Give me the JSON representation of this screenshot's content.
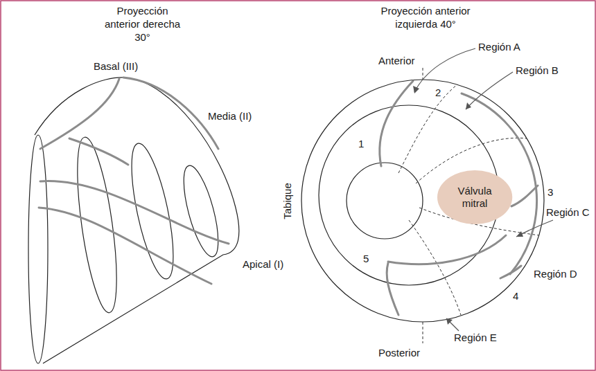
{
  "diagram": {
    "nodes": [
      {
        "text": [
          "Válvula mitral"
        ]
      }
    ],
    "labels": [
      "Proyección anterior derecha 30°",
      "Basal (III)",
      "Media (II)",
      "Apical (I)",
      "Proyección anterior izquierda 40°",
      "Anterior",
      "Región A",
      "2",
      "Región B",
      "1",
      "Tabique",
      "3",
      "Región C",
      "Región D",
      "5",
      "4",
      "Región E",
      "Posterior"
    ]
  }
}
